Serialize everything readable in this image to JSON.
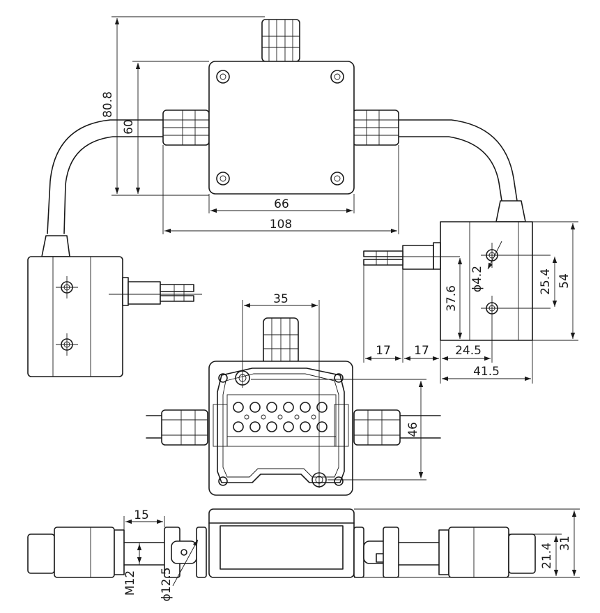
{
  "dimensions": {
    "overall_height": "80.8",
    "box_height": "60",
    "box_width": "66",
    "overall_width": "108",
    "bolt_spacing": "35",
    "bolt_vertical": "46",
    "hole_diameter": "ϕ4.2",
    "hole_height": "37.6",
    "hole_spacing": "25.4",
    "connector_height": "54",
    "plug_length_a": "17",
    "plug_length_b": "17",
    "hole_offset": "24.5",
    "connector_width": "41.5",
    "thread_length": "15",
    "thread": "M12",
    "gland_diameter": "ϕ12.5",
    "side_inner_height": "21.4",
    "side_height": "31"
  }
}
